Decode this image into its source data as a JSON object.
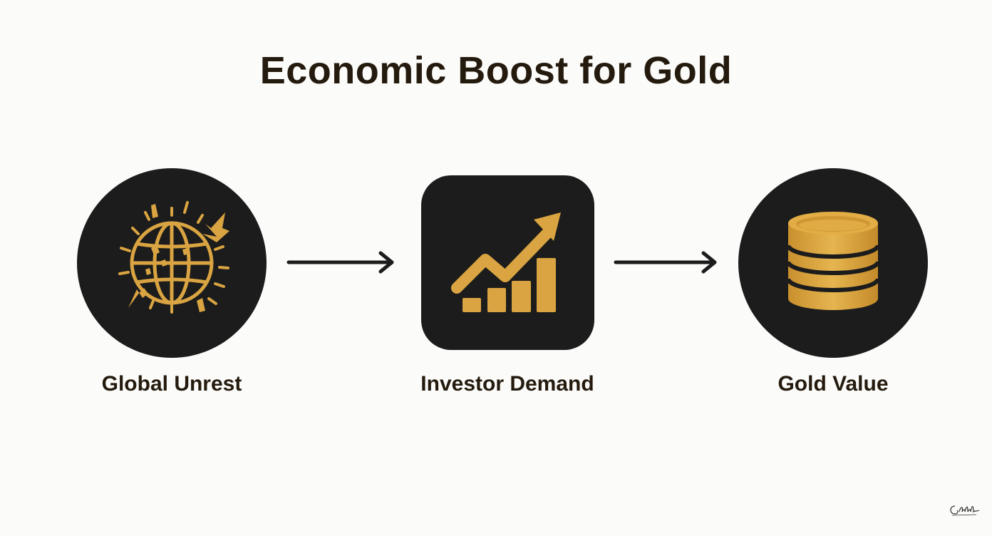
{
  "title": "Economic Boost for Gold",
  "colors": {
    "background": "#fbfbf9",
    "node_fill": "#1c1c1c",
    "gold": "#d9a441",
    "text": "#241a0e"
  },
  "nodes": [
    {
      "label": "Global Unrest",
      "icon": "globe-burst-icon"
    },
    {
      "label": "Investor Demand",
      "icon": "rising-chart-icon"
    },
    {
      "label": "Gold Value",
      "icon": "gold-coin-stack-icon"
    }
  ],
  "edges": [
    {
      "from": "Global Unrest",
      "to": "Investor Demand"
    },
    {
      "from": "Investor Demand",
      "to": "Gold Value"
    }
  ]
}
